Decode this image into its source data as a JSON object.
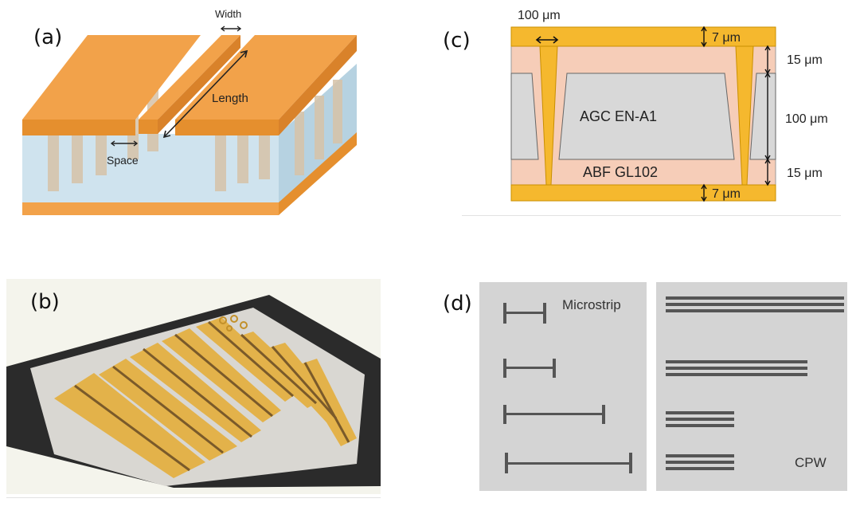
{
  "panels": {
    "a": {
      "label": "(a)",
      "width_label": "Width",
      "length_label": "Length",
      "space_label": "Space",
      "colors": {
        "copper": "#f2a24a",
        "copper_dark": "#e58f2e",
        "substrate": "#cfe3ee",
        "via": "#d7c3a8"
      }
    },
    "b": {
      "label": "(b)",
      "colors": {
        "background": "#2b2b2b",
        "plate": "#d9d7d2",
        "trace_gold": "#e3b24a",
        "trace_dark": "#7a5a2a"
      }
    },
    "c": {
      "label": "(c)",
      "top_dim": "100 μm",
      "cu_top": "7 μm",
      "cu_bottom": "7 μm",
      "layer_top": "15 μm",
      "core_thick": "100 μm",
      "layer_bottom": "15 μm",
      "core_text": "AGC EN-A1",
      "abf_text": "ABF GL102",
      "colors": {
        "copper": "#f5b82e",
        "abf": "#f6cdb8",
        "glass": "#d8d8d8"
      }
    },
    "d": {
      "label": "(d)",
      "microstrip_label": "Microstrip",
      "cpw_label": "CPW",
      "colors": {
        "board": "#d4d4d4",
        "trace": "#555555"
      }
    }
  }
}
